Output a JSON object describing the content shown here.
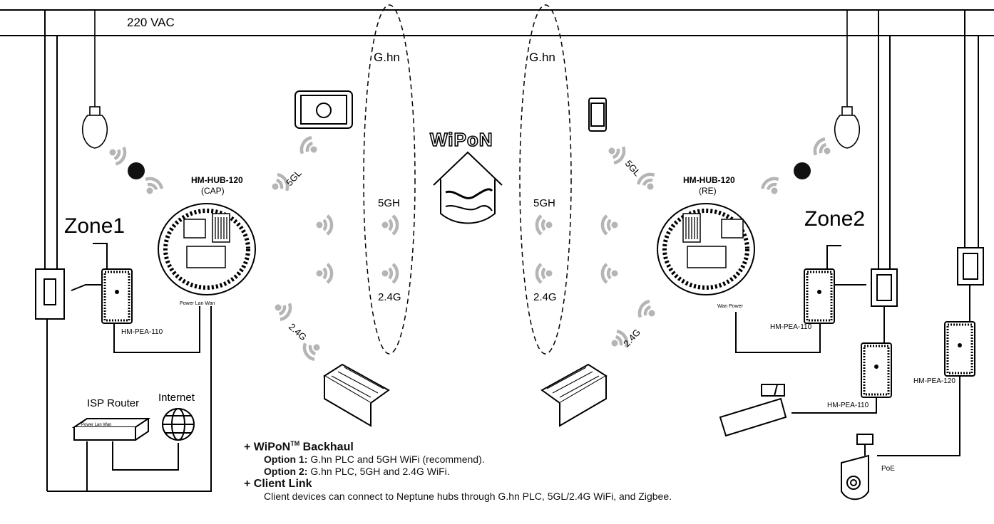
{
  "power_line": {
    "label": "220 VAC"
  },
  "backhaul": {
    "label_left": "G.hn",
    "label_right": "G.hn"
  },
  "bands": {
    "five_gh": "5GH",
    "two_four": "2.4G",
    "five_gl": "5GL"
  },
  "logo": {
    "text": "WiPoN"
  },
  "zones": {
    "zone1": "Zone1",
    "zone2": "Zone2"
  },
  "hubs": {
    "left": {
      "model": "HM-HUB-120",
      "role": "(CAP)",
      "ports": "Power Lan Wan"
    },
    "right": {
      "model": "HM-HUB-120",
      "role": "(RE)",
      "ports": "Wan Power"
    }
  },
  "adapters": {
    "left": "HM-PEA-110",
    "right": "HM-PEA-110",
    "camera": "HM-PEA-110",
    "poe": "HM-PEA-120"
  },
  "router": {
    "label": "ISP Router",
    "ports": "Power  Lan Wan"
  },
  "internet": {
    "label": "Internet"
  },
  "poe_label": "PoE",
  "notes": {
    "backhaul_title_prefix": "+ WiPoN",
    "backhaul_title_sup": "TM",
    "backhaul_title_suffix": " Backhaul",
    "option1_label": "Option 1:",
    "option1_text": " G.hn PLC and 5GH WiFi (recommend).",
    "option2_label": "Option 2:",
    "option2_text": " G.hn PLC, 5GH and 2.4G WiFi.",
    "client_title": "+ Client Link",
    "client_text": "Client devices can connect to Neptune hubs through G.hn PLC, 5GL/2.4G WiFi, and Zigbee."
  }
}
